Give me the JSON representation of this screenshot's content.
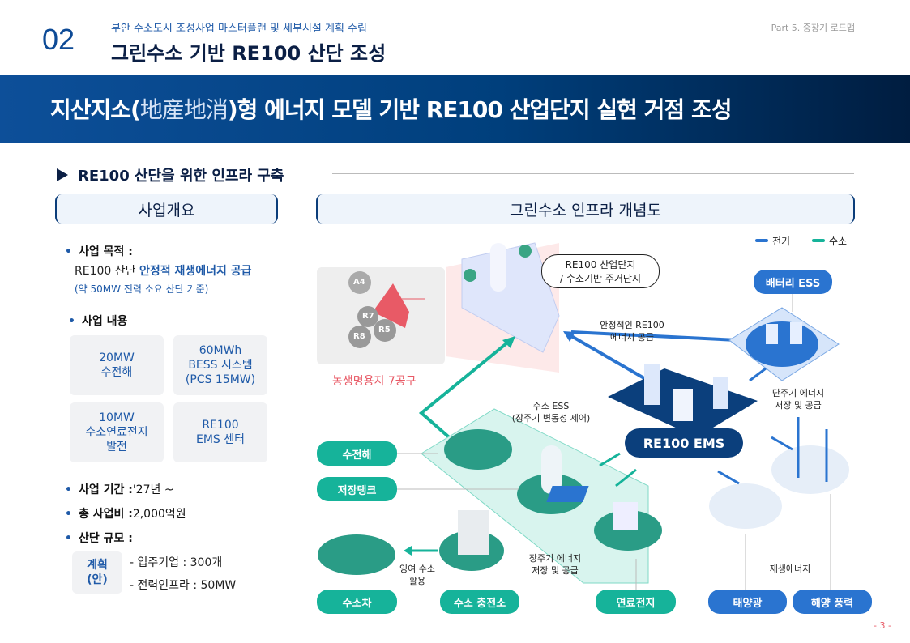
{
  "header": {
    "chapter": "02",
    "subtitle": "부안 수소도시 조성사업 마스터플랜 및 세부시설 계획 수립",
    "title": "그린수소 기반 RE100 산단 조성",
    "part": "Part 5. 중장기 로드맵"
  },
  "banner": {
    "pre": "지산지소(",
    "hanja": "地産地消",
    "post": ")형 에너지 모델 기반 ",
    "bold": "RE100 산업단지 실현 거점 조성"
  },
  "section": {
    "title": "RE100 산단을 위한 인프라 구축"
  },
  "left": {
    "header": "사업개요",
    "purpose_label": "사업 목적 :",
    "purpose_text": "RE100 산단 ",
    "purpose_highlight": "안정적 재생에너지 공급",
    "purpose_note": "(약 50MW 전력 소요 산단 기준)",
    "content_label": "사업 내용",
    "boxes": [
      "20MW\n수전해",
      "60MWh\nBESS 시스템\n(PCS 15MW)",
      "10MW\n수소연료전지\n발전",
      "RE100\nEMS 센터"
    ],
    "period_label": "사업 기간 :",
    "period": "'27년 ~",
    "cost_label": "총 사업비 :",
    "cost": "2,000억원",
    "scale_label": "산단 규모 :",
    "plan_tag": "계획\n(안)",
    "scale_items": [
      "- 입주기업 : 300개",
      "- 전력인프라 : 50MW"
    ]
  },
  "right": {
    "header": "그린수소 인프라 개념도",
    "legend": [
      {
        "label": "전기",
        "color": "#2a74d0"
      },
      {
        "label": "수소",
        "color": "#16b39a"
      }
    ],
    "map_labels": [
      "A4",
      "R7",
      "R8",
      "R5"
    ],
    "map_caption": "농생명용지 7공구",
    "callout": "RE100 산업단지\n/ 수소기반 주거단지",
    "supply": "안정적인 RE100\n에너지 공급",
    "battery": "배터리 ESS",
    "short_term": "단주기 에너지\n저장 및 공급",
    "h2_ess": "수소 ESS\n(장주기 변동성 제어)",
    "ems": "RE100 EMS",
    "pills_teal": [
      "수전해",
      "저장탱크",
      "수소차",
      "수소 충전소",
      "연료전지"
    ],
    "pills_blue": [
      "태양광",
      "해양 풍력"
    ],
    "surplus": "잉여 수소\n활용",
    "long_term": "장주기 에너지\n저장 및 공급",
    "renewable": "재생에너지"
  },
  "page": "- 3 -"
}
